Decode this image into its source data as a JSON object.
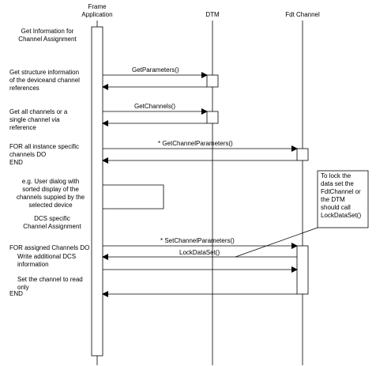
{
  "lifelines": {
    "frame": "Frame\nApplication",
    "dtm": "DTM",
    "fdt": "Fdt Channel"
  },
  "notes": {
    "get_info": "Get Information for\nChannel Assignment",
    "get_structure": "Get structure information\nof the deviceand channel\nreferences",
    "get_channels_desc": "Get all channels or a\nsingle channel via\nreference",
    "for_instance": "FOR all instance specific\nchannels DO",
    "end1": "END",
    "user_dialog": "e.g. User dialog with\nsorted display of the\nchannels suppied by the\nselected device",
    "dcs_assignment": "DCS specific\nChannel Assignment",
    "for_assigned": "FOR assigned Channels DO",
    "write_dcs": "Write additional DCS\ninformation",
    "set_readonly": "Set the channel to read\nonly",
    "end2": "END",
    "lock_note": "To lock the\ndata set the\nFdtChannel or\nthe DTM\nshould call\nLockDataSet()"
  },
  "messages": {
    "get_parameters": "GetParameters()",
    "get_channels": "GetChannels()",
    "get_channel_parameters": "* GetChannelParameters()",
    "set_channel_parameters": "* SetChannelParameters()",
    "lock_data_set": "LockDataSet()"
  }
}
